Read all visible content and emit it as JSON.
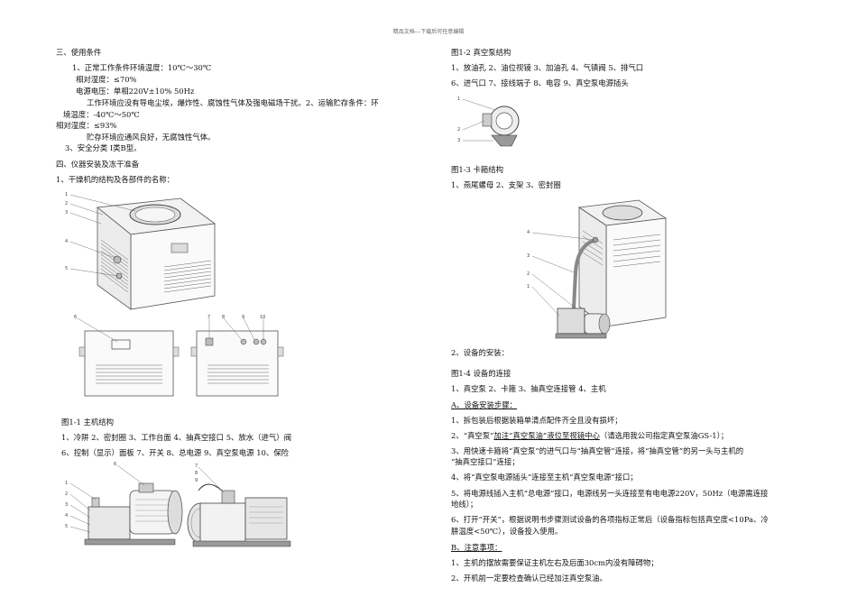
{
  "header": "精品文档---下载后可任意编辑",
  "left": {
    "sec3_title": "三、使用条件",
    "c1": "1、正常工作条件环境温度：10℃～30℃",
    "c2": "相对湿度：≤70%",
    "c3": "电源电压：单相220V±10%  50Hz",
    "c4": "工作环境应没有导电尘埃，爆炸性、腐蚀性气体及强电磁场干扰。2、运输贮存条件：环",
    "c5": "境温度：-40℃～50℃",
    "c6": "相对湿度：≤93%",
    "c7": "贮存环境应通风良好，无腐蚀性气体。",
    "c8": "3、安全分类 I类B型。",
    "sec4_title": "四、仪器安装及冻干准备",
    "d1": "1、干燥机的结构及各部件的名称：",
    "fig11_caption": "图1-1   主机结构",
    "fig11_items1": "1、冷阱   2、密封圈 3、工作台面  4、抽真空接口 5、放水（进气）阀",
    "fig11_items2": "6、控制（显示）面板 7、开关  8、总电源  9、真空泵电源  10、保险",
    "fig11_top_labels": [
      "1",
      "2",
      "3",
      "4",
      "5"
    ],
    "fig11_bottom_labels": [
      "6",
      "7",
      "8",
      "9",
      "10"
    ],
    "pump_labels_a": [
      "1",
      "2",
      "3",
      "4",
      "5",
      "6"
    ],
    "pump_labels_b": [
      "7",
      "8",
      "9"
    ]
  },
  "right": {
    "fig12_caption": "图1-2    真空泵结构",
    "fig12_items1": "1、放油孔  2、油位视镜  3、加油孔   4、气镇阀  5、排气口",
    "fig12_items2": "6、进气口    7、接线端子  8、电容      9、真空泵电源插头",
    "clamp_labels": [
      "1",
      "2",
      "3"
    ],
    "fig13_caption": "图1-3    卡箍结构",
    "fig13_items": "1、燕尾螺母   2、支架    3、密封圈",
    "assembly_labels": [
      "4",
      "3",
      "2",
      "1"
    ],
    "install_title": "2、设备的安装：",
    "fig14_caption": "图1-4    设备的连接",
    "fig14_items": "1、真空泵    2、卡箍    3、抽真空连接管 4、主机",
    "stepsA_title": "A、设备安装步骤：",
    "s1": "1、拆包装后根据装箱单清点配件齐全且没有损坏；",
    "s2_pre": "2、“真空泵”",
    "s2_ul": "加注“真空泵油”液位至视镜中心",
    "s2_post": "（请选用我公司指定真空泵油GS-1）；",
    "s3a": "3、用快速卡箍将“真空泵”的进气口与“抽真空管”连接，将“抽真空管”的另一头与主机的",
    "s3b": "“抽真空接口”连接；",
    "s4": "4、将“真空泵电源插头”连接至主机“真空泵电源”接口；",
    "s5a": "5、将电源线插入主机“总电源”接口，电源线另一头连接至有电电源220V，50Hz（电源需连接",
    "s5b": "地线）；",
    "s6a": "6、打开“开关”，根据说明书步骤测试设备的各项指标正常后（设备指标包括真空度<10Pa、冷",
    "s6b": "肼温度<50℃），设备投入使用。",
    "notesB_title": "B、注意事项：",
    "n1": "1、主机的摆放需要保证主机左右及后面30cm内没有障碍物；",
    "n2": "2、开机前一定要检查确认已经加注真空泵油。"
  }
}
